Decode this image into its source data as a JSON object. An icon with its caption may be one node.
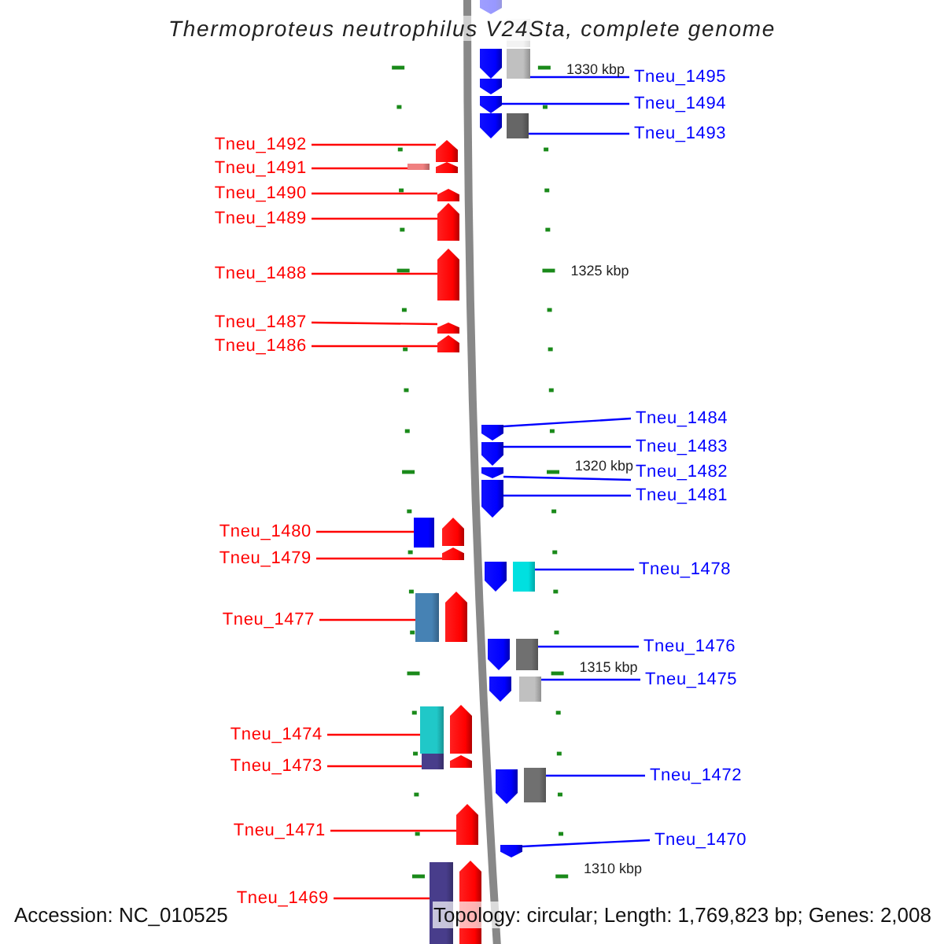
{
  "diagram": {
    "title": "Thermoproteus neutrophilus V24Sta, complete genome",
    "nodes": [
      {
        "text": [
          "Tneu_1492"
        ]
      },
      {
        "text": [
          "Tneu_1491"
        ]
      },
      {
        "text": [
          "Tneu_1490"
        ]
      },
      {
        "text": [
          "Tneu_1489"
        ]
      },
      {
        "text": [
          "Tneu_1488"
        ]
      },
      {
        "text": [
          "Tneu_1487"
        ]
      },
      {
        "text": [
          "Tneu_1486"
        ]
      },
      {
        "text": [
          "Tneu_1480"
        ]
      },
      {
        "text": [
          "Tneu_1479"
        ]
      },
      {
        "text": [
          "Tneu_1477"
        ]
      },
      {
        "text": [
          "Tneu_1474"
        ]
      },
      {
        "text": [
          "Tneu_1473"
        ]
      },
      {
        "text": [
          "Tneu_1471"
        ]
      },
      {
        "text": [
          "Tneu_1469"
        ]
      },
      {
        "text": [
          "Tneu_1495"
        ]
      },
      {
        "text": [
          "Tneu_1494"
        ]
      },
      {
        "text": [
          "Tneu_1493"
        ]
      },
      {
        "text": [
          "Tneu_1484"
        ]
      },
      {
        "text": [
          "Tneu_1483"
        ]
      },
      {
        "text": [
          "Tneu_1482"
        ]
      },
      {
        "text": [
          "Tneu_1481"
        ]
      },
      {
        "text": [
          "Tneu_1478"
        ]
      },
      {
        "text": [
          "Tneu_1476"
        ]
      },
      {
        "text": [
          "Tneu_1475"
        ]
      },
      {
        "text": [
          "Tneu_1472"
        ]
      },
      {
        "text": [
          "Tneu_1470"
        ]
      },
      {
        "text": [],
        "shape": "arrow"
      },
      {
        "text": [],
        "shape": "arrow"
      },
      {
        "text": [],
        "shape": "arrow"
      },
      {
        "text": [],
        "shape": "arrow"
      },
      {
        "text": [],
        "shape": "arrow"
      },
      {
        "text": [],
        "shape": "arrow"
      },
      {
        "text": [],
        "shape": "arrow"
      },
      {
        "text": [],
        "shape": "arrow"
      },
      {
        "text": [],
        "shape": "arrow"
      },
      {
        "text": [],
        "shape": "arrow"
      },
      {
        "text": [],
        "shape": "arrow"
      },
      {
        "text": [],
        "shape": "arrow"
      },
      {
        "text": [],
        "shape": "arrow"
      },
      {
        "text": [],
        "shape": "arrow"
      },
      {
        "text": [],
        "shape": "arrow"
      },
      {
        "text": [],
        "shape": "arrow"
      },
      {
        "text": [],
        "shape": "arrow"
      },
      {
        "text": [],
        "shape": "arrow"
      },
      {
        "text": [],
        "shape": "arrow"
      },
      {
        "text": [],
        "shape": "arrow"
      },
      {
        "text": [],
        "shape": "arrow"
      },
      {
        "text": [],
        "shape": "arrow"
      },
      {
        "text": [],
        "shape": "arrow"
      },
      {
        "text": [],
        "shape": "arrow"
      },
      {
        "text": [],
        "shape": "arrow"
      },
      {
        "text": [],
        "shape": "arrow"
      },
      {
        "text": [],
        "shape": "arrow"
      },
      {
        "text": [],
        "shape": "arrow"
      }
    ],
    "edges": [
      {
        "from": 0,
        "to": 26,
        "arrow": "none"
      },
      {
        "from": 1,
        "to": 27,
        "arrow": "none"
      },
      {
        "from": 2,
        "to": 28,
        "arrow": "none"
      },
      {
        "from": 3,
        "to": 29,
        "arrow": "none"
      },
      {
        "from": 4,
        "to": 30,
        "arrow": "none"
      },
      {
        "from": 5,
        "to": 31,
        "arrow": "none"
      },
      {
        "from": 6,
        "to": 32,
        "arrow": "none"
      },
      {
        "from": 7,
        "to": 33,
        "arrow": "none"
      },
      {
        "from": 8,
        "to": 34,
        "arrow": "none"
      },
      {
        "from": 9,
        "to": 35,
        "arrow": "none"
      },
      {
        "from": 10,
        "to": 36,
        "arrow": "none"
      },
      {
        "from": 11,
        "to": 37,
        "arrow": "none"
      },
      {
        "from": 12,
        "to": 38,
        "arrow": "none"
      },
      {
        "from": 13,
        "to": 39,
        "arrow": "none"
      },
      {
        "from": 14,
        "to": 40,
        "arrow": "none",
        "color": "#0000ff"
      },
      {
        "from": 15,
        "to": 41,
        "arrow": "none",
        "color": "#0000ff"
      },
      {
        "from": 16,
        "to": 42,
        "arrow": "none",
        "color": "#0000ff"
      },
      {
        "from": 17,
        "to": 43,
        "arrow": "none",
        "color": "#0000ff"
      },
      {
        "from": 18,
        "to": 44,
        "arrow": "none",
        "color": "#0000ff"
      },
      {
        "from": 19,
        "to": 45,
        "arrow": "none",
        "color": "#0000ff"
      },
      {
        "from": 20,
        "to": 46,
        "arrow": "none",
        "color": "#0000ff"
      },
      {
        "from": 21,
        "to": 47,
        "arrow": "none",
        "color": "#0000ff"
      },
      {
        "from": 22,
        "to": 48,
        "arrow": "none",
        "color": "#0000ff"
      },
      {
        "from": 23,
        "to": 49,
        "arrow": "none",
        "color": "#0000ff"
      },
      {
        "from": 24,
        "to": 50,
        "arrow": "none",
        "color": "#0000ff"
      },
      {
        "from": 25,
        "to": 51,
        "arrow": "none",
        "color": "#0000ff"
      }
    ],
    "labels": [
      "1330 kbp",
      "1325 kbp",
      "1320 kbp",
      "1315 kbp",
      "1310 kbp",
      "Accession: NC_010525",
      "Topology: circular; Length: 1,769,823 bp; Genes: 2,008"
    ]
  }
}
